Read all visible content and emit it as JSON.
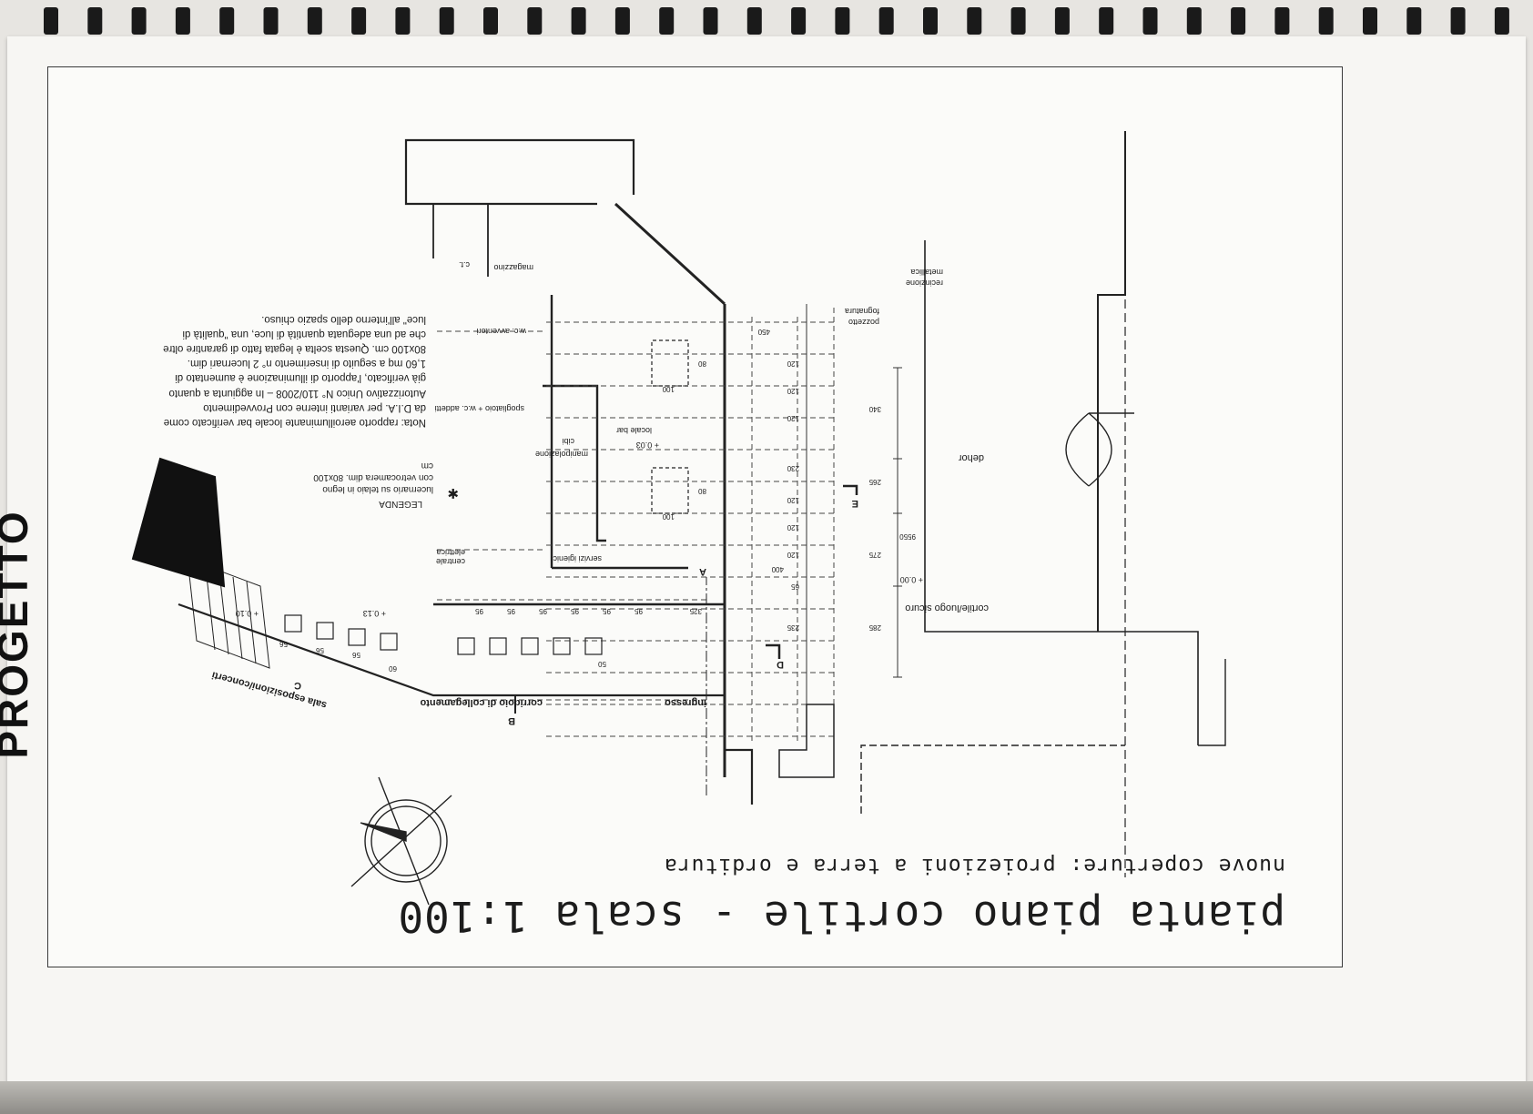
{
  "page": {
    "title": "pianta   piano cortile - scala 1:100",
    "subtitle": "nuove coperture: proiezioni a terra e orditura",
    "side_label": "PROGETTO"
  },
  "note": {
    "text": "Nota: rapporto aeroilluminante locale bar verificato come da D.I.A. per varianti interne con Provvedimento Autorizzativo Unico N° 110/2008 – In aggiunta a quanto già verificato, l'apporto di illuminazione è aumentato di 1,60 mq a seguito di inserimento n° 2 lucernari dim. 80x100 cm. Questa scelta è legata fatto di garantire oltre che ad una adeguata quantità di luce, una \"qualità di luce\" all'interno dello spazio chiuso."
  },
  "legend": {
    "title": "LEGENDA",
    "line1": "lucernario su telaio in legno",
    "line2": "con vetrocamera dim. 80x100",
    "line3": "cm"
  },
  "rooms": {
    "dehor": "dehor",
    "cortile": "cortile/luogo sicuro",
    "recinzione_1": "recinzione",
    "recinzione_2": "metallica",
    "pozzetto_1": "pozzetto",
    "pozzetto_2": "fognatura",
    "magazzino": "magazzino",
    "ct": "c.t.",
    "wc_avventori": "w.c. avventori",
    "spogliatoio": "spogliatoio + w.c. addetti",
    "manipolazione_1": "manipolazione",
    "manipolazione_2": "cibi",
    "locale_bar": "locale bar",
    "servizi_igienici": "servizi igienici",
    "centrale_1": "centrale",
    "centrale_2": "elettrica",
    "corridoio": "corridoio di collegamento",
    "ingresso": "ingresso",
    "sala": "sala esposizioni/concerti"
  },
  "levels": {
    "cortile": "+ 0.00",
    "bar": "+ 0.03",
    "sala": "+ 0.10",
    "corridoio": "+ 0.13"
  },
  "sections": {
    "a": "A",
    "b": "B",
    "c": "C",
    "d": "D",
    "e": "E"
  },
  "dimensions": {
    "d9550": "9550",
    "d340": "340",
    "d265": "265",
    "d275": "275",
    "d285": "285",
    "d120a": "120",
    "d120b": "120",
    "d120c": "120",
    "d120d": "120",
    "d120e": "120",
    "d120f": "120",
    "d230": "230",
    "d65": "65",
    "d235": "235",
    "d400": "400",
    "d100a": "100",
    "d100b": "100",
    "d80a": "80",
    "d80b": "80",
    "d450": "450",
    "d325": "325",
    "d95a": "95",
    "d95b": "95",
    "d95c": "95",
    "d95d": "95",
    "d95e": "95",
    "d95f": "95",
    "d50": "50",
    "d60": "60",
    "d56a": "56",
    "d56b": "56",
    "d56c": "56"
  }
}
